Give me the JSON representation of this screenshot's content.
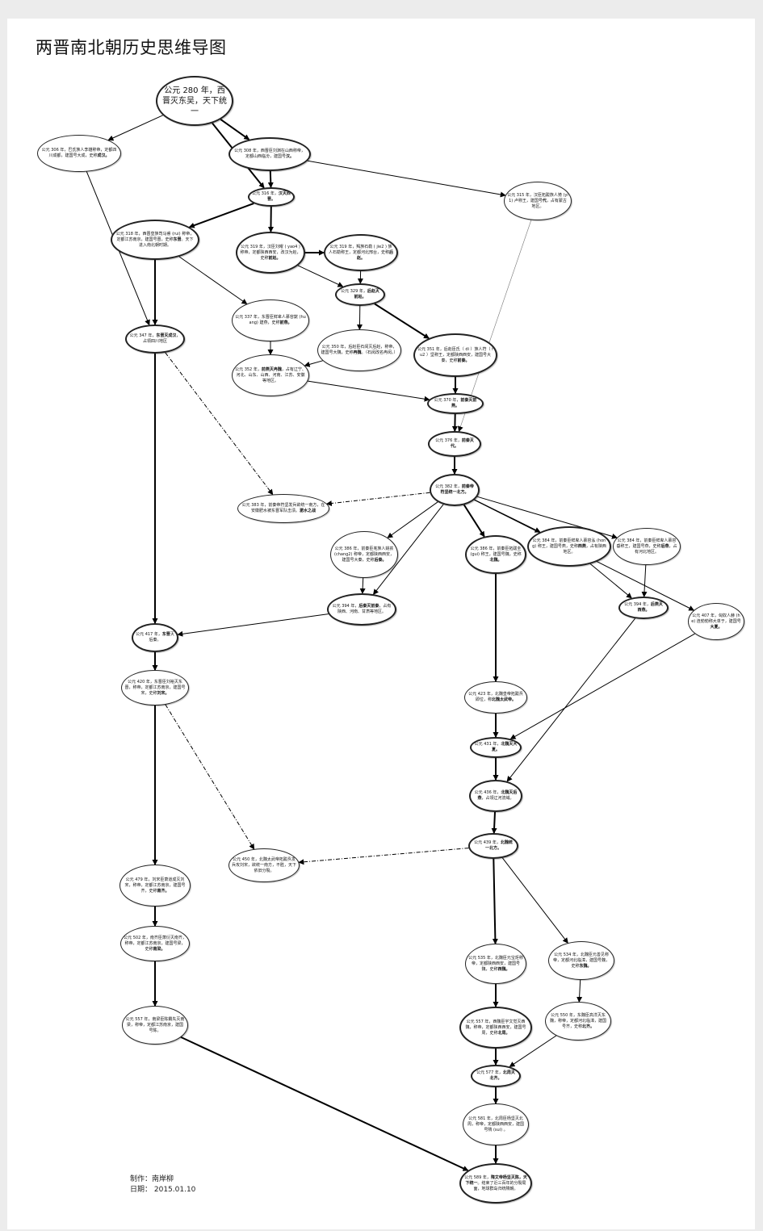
{
  "title": "两晋南北朝历史思维导图",
  "footer": {
    "author_line": "制作：南岸柳",
    "date_line": "日期： 2015.01.10"
  },
  "nodes": [
    {
      "id": "n280",
      "text": "公元 280 年，西晋灭东吴，天下统一",
      "bold": ""
    },
    {
      "id": "n306",
      "text": "公元 306 年，巴氐族人李雄称帝，定都四川成都，建国号大成，史称",
      "bold": "成汉。"
    },
    {
      "id": "n308",
      "text": "公元 308 年，西晋臣刘渊在山西称帝，定都山西临汾，建国号",
      "bold": "汉。"
    },
    {
      "id": "n315",
      "text": "公元 315 年，汉臣拓跋族人猗 (yi1) 卢称王，建国号",
      "bold": "代",
      "tail": "，占有蒙古地区。"
    },
    {
      "id": "n316",
      "text": "公元 316 年，",
      "bold": "汉灭西晋。"
    },
    {
      "id": "n318",
      "text": "公元 318 年，西晋皇族司马睿 (rui) 称帝，定都江苏南京，建国号晋，史称",
      "bold": "东晋",
      "tail": "。天下进入南北朝时期。"
    },
    {
      "id": "n319a",
      "text": "公元 319 年，汉臣刘曜 ( yao4 ) 称帝，定都陕西西安，改汉为赵，史称",
      "bold": "前赵。"
    },
    {
      "id": "n319b",
      "text": "公元 319 年，羯族石勒 ( jie2 ) 族人石勒称王，定都河北邢台，史称",
      "bold": "后赵。"
    },
    {
      "id": "n329",
      "text": "公元 329 年，",
      "bold": "后赵灭前赵。"
    },
    {
      "id": "n337",
      "text": "公元 337 年，东晋臣鲜卑人慕容皝 (huang) 建燕，史称",
      "bold": "前燕。"
    },
    {
      "id": "n347",
      "text": "公元 347 年，",
      "bold": "东晋灭成汉",
      "tail": "，占领四川地区"
    },
    {
      "id": "n350",
      "text": "公元 350 年，后赵臣石闵灭后赵，称帝，建国号大魏，史称",
      "bold": "冉魏",
      "tail": "。（石闵改名冉闵。）"
    },
    {
      "id": "n351",
      "text": "公元 351 年，后赵臣氐（ di ）族人符（ fu2 ）坚称王，定都陕西西安，建国号大秦，史称",
      "bold": "前秦。"
    },
    {
      "id": "n352",
      "text": "公元 352 年，",
      "bold": "前燕灭冉魏",
      "tail": "，占有辽宁、河北、山东、山西、河南、江苏、安徽等地区。"
    },
    {
      "id": "n370",
      "text": "公元 370 年，",
      "bold": "前秦灭前燕。"
    },
    {
      "id": "n376",
      "text": "公元 376 年，",
      "bold": "前秦灭代。"
    },
    {
      "id": "n382",
      "text": "公元 382 年，",
      "bold": "前秦帝符坚统一北方。"
    },
    {
      "id": "n383",
      "text": "公元 383 年，前秦帝符坚发兵欲统一南方，在安徽肥水被东晋军队击溃。",
      "bold": "淝水之战"
    },
    {
      "id": "n386a",
      "text": "公元 386 年，前秦臣羌族人姚苌 (chang2) 称帝，定都陕西西安，建国号大秦，史称",
      "bold": "后秦。"
    },
    {
      "id": "n386b",
      "text": "公元 386 年，前秦臣拓跋圭 (gui) 称王，建国号魏，史称",
      "bold": "北魏。"
    },
    {
      "id": "n384a",
      "text": "公元 384 年，前秦臣鲜卑人慕容泓 (hong) 称王，建国号燕，史称",
      "bold": "西燕",
      "tail": "，占有陕西地区。"
    },
    {
      "id": "n384b",
      "text": "公元 384 年，前秦臣鲜卑人慕容垂称王，建国号燕，史称",
      "bold": "后燕",
      "tail": "，占有河北地区。"
    },
    {
      "id": "n394a",
      "text": "公元 394 年，",
      "bold": "后秦灭前秦",
      "tail": "，占有陕西、河南、甘肃等地区。"
    },
    {
      "id": "n394b",
      "text": "公元 394 年，",
      "bold": "后燕灭西燕。"
    },
    {
      "id": "n407",
      "text": "公元 407 年，匈奴人赫 (he) 连勃勃称大单于，建国号",
      "bold": "大夏。"
    },
    {
      "id": "n417",
      "text": "公元 417 年，",
      "bold": "东晋",
      "tail": "灭后秦。"
    },
    {
      "id": "n420",
      "text": "公元 420 年，东晋臣刘裕灭东晋，称帝，定都江苏南京，建国号宋，史称",
      "bold": "刘宋。"
    },
    {
      "id": "n423",
      "text": "公元 423 年，北魏皇帝拓跋焘即位，称",
      "bold": "北魏太武帝。"
    },
    {
      "id": "n431",
      "text": "公元 431 年，",
      "bold": "北魏灭大夏。"
    },
    {
      "id": "n436",
      "text": "公元 436 年，",
      "bold": "北魏灭后燕",
      "tail": "，占领辽河流域。"
    },
    {
      "id": "n439",
      "text": "公元 439 年，",
      "bold": "北魏统一北方。"
    },
    {
      "id": "n450",
      "text": "公元 450 年，北魏太武帝拓跋焘发兵攻刘宋，欲统一南方，不胜，天下依旧分裂。",
      "bold": ""
    },
    {
      "id": "n479",
      "text": "公元 479 年，刘宋臣萧道成灭刘宋，称帝，定都江苏南京，建国号齐，史称",
      "bold": "南齐。"
    },
    {
      "id": "n502",
      "text": "公元 502 年，南齐臣萧衍灭南齐，称帝，定都江苏南京，建国号梁，史称",
      "bold": "南梁。"
    },
    {
      "id": "n534",
      "text": "公元 534 年，北魏臣元善见称帝，定都河北临漳，建国号魏，史称",
      "bold": "东魏。"
    },
    {
      "id": "n535",
      "text": "公元 535 年，北魏臣元宝炬称帝，定都陕西西安，建国号魏，史称",
      "bold": "西魏。"
    },
    {
      "id": "n550",
      "text": "公元 550 年，东魏臣高洋灭东魏，称帝，定都河北临漳，建国号齐，史称",
      "bold": "北齐。"
    },
    {
      "id": "n557a",
      "text": "公元 557 年，南梁臣陈霸先灭南梁，称帝，定都江苏南京，建国号陈。",
      "bold": ""
    },
    {
      "id": "n557b",
      "text": "公元 557 年，西魏臣宇文觉灭西魏，称帝，定都陕西西安，建国号周，史称",
      "bold": "北周。"
    },
    {
      "id": "n577",
      "text": "公元 577 年，",
      "bold": "北周灭北齐。"
    },
    {
      "id": "n581",
      "text": "公元 581 年，北周臣杨坚灭北周，称帝，定都陕西西安，建国号隋 (sui) 。",
      "bold": ""
    },
    {
      "id": "n589",
      "text": "公元 589 年，",
      "bold": "隋文帝杨坚灭陈，天下统一",
      "tail": "。结束了近三百年的分裂局面，地球群岛归统隋朝。"
    }
  ]
}
